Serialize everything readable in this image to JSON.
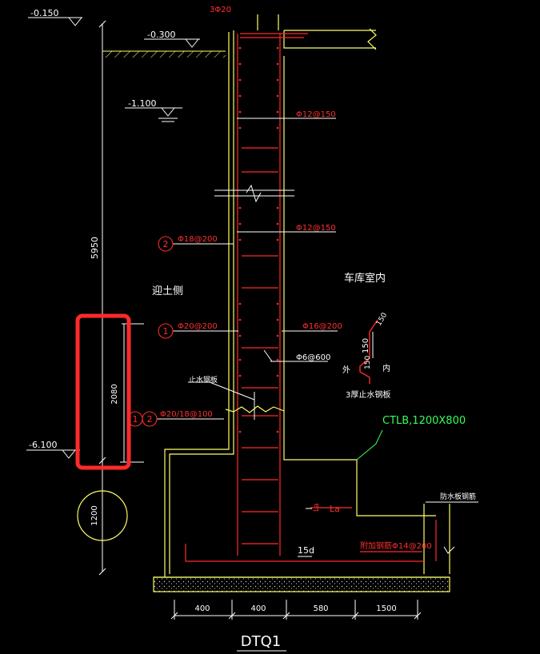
{
  "drawing": {
    "title": "DTQ1",
    "colors": {
      "background": "#000000",
      "dimension": "#ffffff",
      "rebar": "#ff2a2a",
      "outline": "#ffff66",
      "callout": "#33ff55",
      "highlight": "#ff2a2a"
    },
    "levels": {
      "top_ground": "-0.150",
      "slab_top": "-0.300",
      "water_table": "-1.100",
      "bottom": "-6.100"
    },
    "dimensions": {
      "total_height": "5950",
      "lower_segment": "2080",
      "tank_diameter": "1200",
      "widths": [
        "400",
        "400",
        "580",
        "1500"
      ],
      "anchorage": "15d"
    },
    "rebar_labels": {
      "top_bars": "3Φ20",
      "horizontal_upper": "Φ12@150",
      "horizontal_mid": "Φ12@150",
      "outer_vertical_2": "Φ18@200",
      "outer_vertical_1": "Φ20@200",
      "inner_vertical": "Φ16@200",
      "ties": "Φ6@600",
      "lap_bars": "Φ20/18@100",
      "extra_bars": "附加钢筋Φ14@200",
      "la": "La",
      "la_marker": "La"
    },
    "markers": {
      "one": "1",
      "two": "2"
    },
    "annotations": {
      "soil_side": "迎土侧",
      "garage_inside": "车库室内",
      "waterstop": "止水钢板",
      "waterstop_plate": "3厚止水钢板",
      "outside": "外",
      "inside": "内",
      "detail_dim": "150",
      "detail_dim2": "150",
      "detail_dim3": "150",
      "pit": "CTLB,1200X800",
      "waterproof": "防水板钢筋"
    }
  }
}
